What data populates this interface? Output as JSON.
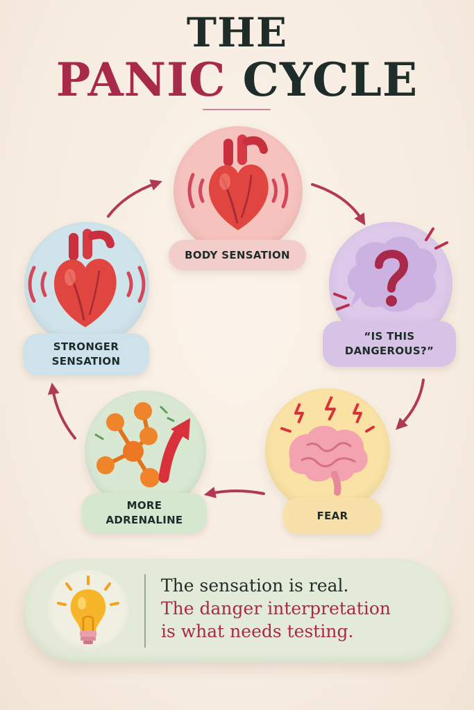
{
  "title": {
    "line1": "THE",
    "line2_accent": "PANIC",
    "line2_rest": "CYCLE"
  },
  "nodes": [
    {
      "id": "body-sensation",
      "label": "BODY SENSATION",
      "icon": "heart-icon"
    },
    {
      "id": "is-this-dangerous",
      "label": "“IS THIS DANGEROUS?”",
      "icon": "question-bubble-icon"
    },
    {
      "id": "fear",
      "label": "FEAR",
      "icon": "brain-icon"
    },
    {
      "id": "more-adrenaline",
      "label": "MORE ADRENALINE",
      "icon": "molecule-icon"
    },
    {
      "id": "stronger-sensation",
      "label": "STRONGER SENSATION",
      "icon": "heart-icon"
    }
  ],
  "callout": {
    "icon": "lightbulb-icon",
    "line1": "The sensation is real.",
    "line2": "The danger interpretation",
    "line3": "is what needs testing."
  },
  "colors": {
    "accent": "#a8294a",
    "dark_text": "#1f2d2a",
    "background": "#f6ebdf",
    "body_sensation": "#f6c2bd",
    "danger_question": "#dcc9ea",
    "fear": "#f9e2a4",
    "adrenaline": "#d9e8d2",
    "stronger_sensation": "#cfe3ea",
    "callout_bg": "#e3ead7"
  }
}
